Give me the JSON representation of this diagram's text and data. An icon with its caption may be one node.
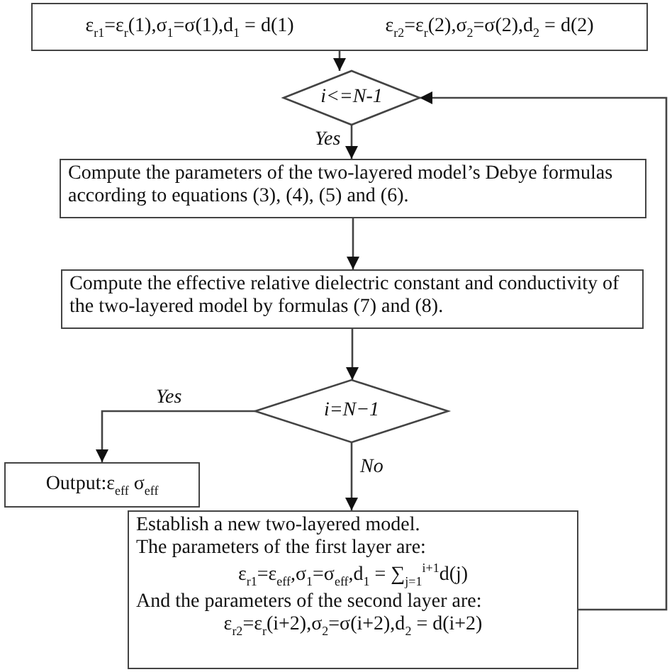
{
  "diagram": {
    "nodes": [
      {
        "text": [
          "ε$_{r1}$=ε$_{r}$(1),σ$_{1}$=σ(1),d$_{1}$ = d(1)",
          "ε$_{r2}$=ε$_{r}$(2),σ$_{2}$=σ(2),d$_{2}$ = d(2)"
        ]
      },
      {
        "text": [
          "i<=N-1"
        ]
      },
      {
        "text": [
          "Compute the parameters of the two-layered model’s Debye formulas according to equations (3), (4), (5) and (6)."
        ]
      },
      {
        "text": [
          "Compute the effective relative dielectric constant and conductivity of the two-layered model by formulas (7) and (8)."
        ]
      },
      {
        "text": [
          "i=N−1"
        ]
      },
      {
        "text": [
          "Output:ε$_{eff}$ σ$_{eff}$"
        ]
      },
      {
        "text": [
          "Establish a new two-layered model.",
          "The parameters of the first layer are:",
          "ε$_{r1}$=ε$_{eff}$,σ$_{1}$=σ$_{eff}$,d$_{1}$ = ∑$_{j=1}$$^{i+1}$d(j)",
          "And the parameters of the second layer are:",
          "ε$_{r2}$=ε$_{r}$(i+2),σ$_{2}$=σ(i+2),d$_{2}$ = d(i+2)"
        ]
      }
    ],
    "edges": [
      {
        "from": 0,
        "to": 1,
        "arrow": "to"
      },
      {
        "from": 1,
        "to": 2,
        "arrow": "to",
        "label": "Yes"
      },
      {
        "from": 2,
        "to": 3,
        "arrow": "to"
      },
      {
        "from": 3,
        "to": 4,
        "arrow": "to"
      },
      {
        "from": 4,
        "to": 5,
        "arrow": "to",
        "label": "Yes"
      },
      {
        "from": 4,
        "to": 6,
        "arrow": "to",
        "label": "No"
      },
      {
        "from": 6,
        "to": 1,
        "arrow": "to"
      }
    ]
  }
}
